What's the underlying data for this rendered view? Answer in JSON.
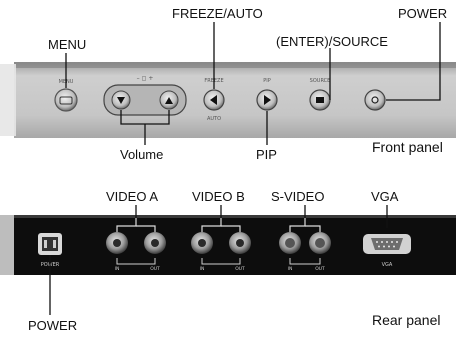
{
  "front_panel": {
    "title": "Front panel",
    "callouts": {
      "menu": "MENU",
      "freeze_auto": "FREEZE/AUTO",
      "power": "POWER",
      "enter_source": "(ENTER)/SOURCE",
      "volume": "Volume",
      "pip": "PIP"
    }
  },
  "rear_panel": {
    "title": "Rear panel",
    "callouts": {
      "video_a": "VIDEO A",
      "video_b": "VIDEO B",
      "s_video": "S-VIDEO",
      "vga": "VGA",
      "power": "POWER"
    }
  },
  "colors": {
    "front_panel_body": "#c9c9c9",
    "rear_panel_body": "#0d0d0d",
    "leader_line": "#111111"
  }
}
